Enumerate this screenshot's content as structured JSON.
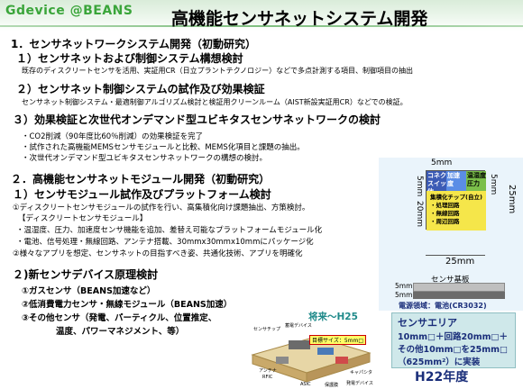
{
  "header": {
    "logo": "Gdevice @BEANS",
    "title": "高機能センサネットシステム開発"
  },
  "section1": {
    "heading": "1．センサネットワークシステム開発（初動研究）",
    "sub1": {
      "heading": "１）センサネットおよび制御システム構想検討",
      "note": "既存のディスクリートセンサを活用、実証用CR（日立プラントテクノロジー）などで多点計測する項目、制御項目の抽出"
    },
    "sub2": {
      "heading": "２）センサネット制御システムの試作及び効果検証",
      "note": "センサネット制御システム・最適制御アルゴリズム検討と検証用クリーンルーム（AIST新設実証用CR）などでの検証。"
    },
    "sub3": {
      "heading": "３）効果検証と次世代オンデマンド型ユビキタスセンサネットワークの検討",
      "bullets": [
        "・CO2削減（90年度比60％削減）の効果検証を完了",
        "・試作された高機能MEMSセンサモジュールと比較、MEMS化項目と課題の抽出。",
        "・次世代オンデマンド型ユビキタスセンサネットワークの構想の検討。"
      ]
    }
  },
  "section2": {
    "heading": "２．高機能センサネットモジュール開発（初動研究）",
    "sub1": {
      "heading": "１）センサモジュール試作及びプラットフォーム検討",
      "item1": "①ディスクリートセンサモジュールの試作を行い、高集積化向け課題抽出、方策検討。",
      "bracket": "【ディスクリートセンサモジュール】",
      "bullets": [
        "・温湿度、圧力、加速度センサ機能を追加、差替え可能なプラットフォームモジュール化",
        "・電池、信号処理・無線回路、アンテナ搭載、30mmx30mmx10mmにパッケージ化"
      ],
      "item2": "②様々なアプリを想定、センサネットの目指すべき姿、共通化技術、アプリを明確化"
    },
    "sub2": {
      "heading": "２)新センサデバイス原理検討",
      "items": [
        "①ガスセンサ（BEANS加速など）",
        "②低消費電力センサ・無線モジュール（BEANS加速）",
        "③その他センサ（発電、パーティクル、位置推定、",
        "　　　　温度、パワーマネジメント、等）"
      ]
    }
  },
  "diagram": {
    "cells": {
      "comm_switch": "コネクタ\nスイッチ\n他",
      "accel": "加速度",
      "temp_humid": "温湿度\n圧力",
      "integrated": "集積化チップ(自立)\n・処理回路\n・無線回路\n・周辺回路"
    },
    "dims": {
      "top_5mm": "5mm",
      "left_20mm": "20mm",
      "left_5mm": "5mm",
      "right_5mm": "5mm",
      "right_25mm": "25mm",
      "bottom_25mm": "25mm",
      "side_5mm_a": "5mm",
      "side_5mm_b": "5mm"
    },
    "sensor_board": "センサ基板",
    "power_region": "電源領域：電池(CR3032)",
    "future": "将来～H25",
    "sensor_area": {
      "title": "センサエリア",
      "line1": "10mm□＋回路20mm□＋",
      "line2": "その他10mm□を25mm□",
      "line3": "（625mm²）に実装"
    },
    "fiscal_year": "H22年度",
    "module_labels": {
      "size_target": "目標サイズ：5mm□",
      "antenna": "アンテナ",
      "rfic": "RFIC",
      "capacitor": "キャパシタ",
      "power_device": "発電デバイス",
      "asic": "ASIC",
      "sensor_chip": "センサチップ",
      "battery": "蓄電デバイス",
      "cover": "保護膜"
    }
  }
}
